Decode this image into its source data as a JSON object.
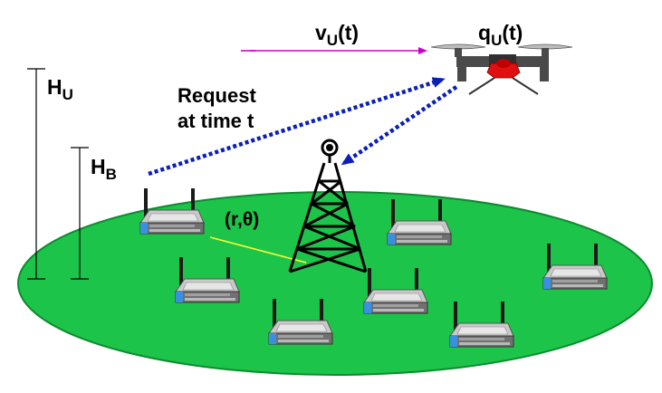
{
  "labels": {
    "velocity": "v",
    "velocity_sub": "U",
    "velocity_arg": "(t)",
    "position": "q",
    "position_sub": "U",
    "position_arg": "(t)",
    "height_uav": "H",
    "height_uav_sub": "U",
    "height_bs": "H",
    "height_bs_sub": "B",
    "request_line1": "Request",
    "request_line2": "at time t",
    "coords": "(r,θ)"
  },
  "colors": {
    "ground": "#1dc44a",
    "velocity_arrow": "#cc00cc",
    "link": "#0a1fb8",
    "distance_line": "#ffff33",
    "router_body": "#c9c9c9",
    "router_accent": "#3b8fe0",
    "uav_body": "#4a4a4a",
    "uav_camera": "#e01010"
  },
  "icons": [
    "uav-drone-icon",
    "cell-tower-icon",
    "wifi-router-icon"
  ]
}
